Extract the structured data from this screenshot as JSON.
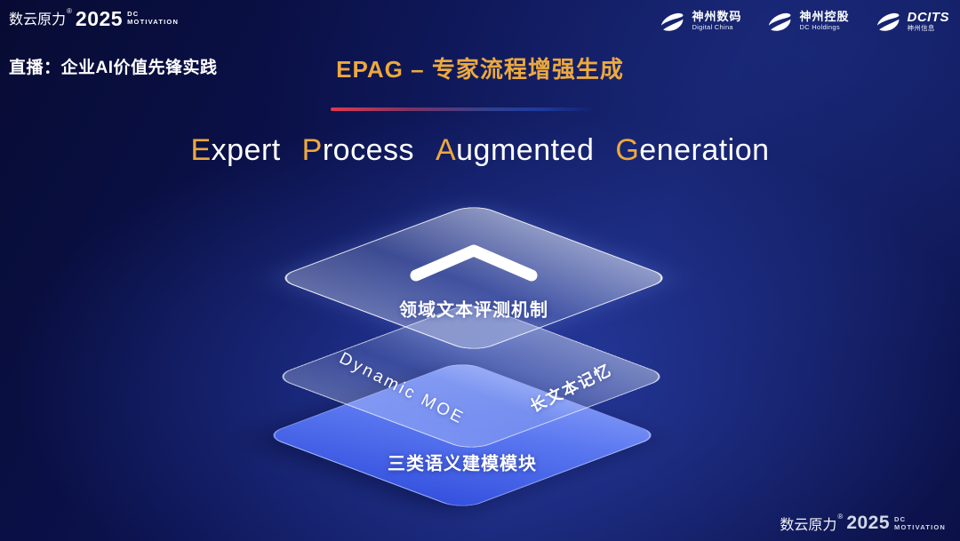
{
  "brand": {
    "name": "数云原力",
    "reg": "®",
    "year": "2025",
    "sub_top": "DC",
    "sub_bottom": "MOTIVATION"
  },
  "header": {
    "live_label": "直播：企业AI价值先锋实践",
    "title": "EPAG – 专家流程增强生成",
    "partners": [
      {
        "name": "神州数码",
        "sub": "Digital China"
      },
      {
        "name": "神州控股",
        "sub": "DC Holdings"
      },
      {
        "name": "DCITS",
        "sub": "神州信息"
      }
    ]
  },
  "main": {
    "title_full": "Expert Process Augmented Generation",
    "words": [
      {
        "initial": "E",
        "rest": "xpert"
      },
      {
        "initial": "P",
        "rest": "rocess"
      },
      {
        "initial": "A",
        "rest": "ugmented"
      },
      {
        "initial": "G",
        "rest": "eneration"
      }
    ]
  },
  "diagram": {
    "top_layer_label": "领域文本评测机制",
    "middle_layer_left_label": "Dynamic MOE",
    "middle_layer_right_label": "长文本记忆",
    "bottom_layer_label": "三类语义建模模块"
  },
  "colors": {
    "accent_gold": "#EDA93D",
    "divider_red": "#E0394E",
    "layer_blue": "#4A6CF0",
    "background_navy": "#0C1350"
  }
}
